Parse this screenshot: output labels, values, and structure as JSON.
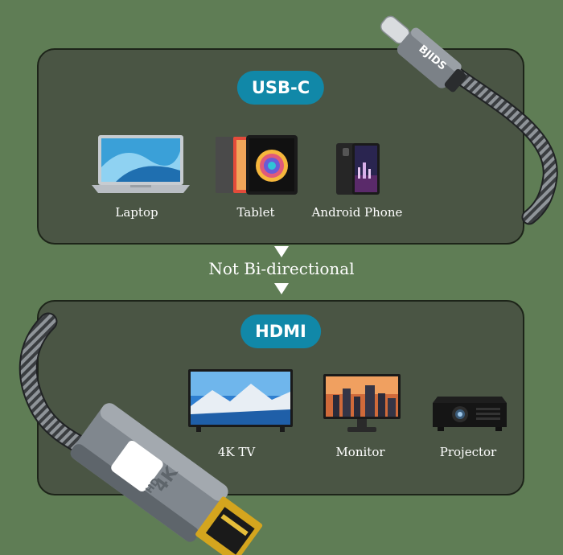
{
  "top_panel": {
    "title": "USB-C",
    "devices": [
      {
        "label": "Laptop",
        "icon": "laptop-icon"
      },
      {
        "label": "Tablet",
        "icon": "tablet-icon"
      },
      {
        "label": "Android Phone",
        "icon": "phone-icon"
      }
    ]
  },
  "direction_note": "Not Bi-directional",
  "bottom_panel": {
    "title": "HDMI",
    "devices": [
      {
        "label": "4K TV",
        "icon": "tv-icon"
      },
      {
        "label": "Monitor",
        "icon": "monitor-icon"
      },
      {
        "label": "Projector",
        "icon": "projector-icon"
      }
    ]
  },
  "usb_c_connector": {
    "brand": "BJIDS"
  },
  "hdmi_connector": {
    "badge_line1": "4K",
    "badge_line2": "UHD"
  },
  "colors": {
    "background": "#5f7d55",
    "panel": "#4a5544",
    "pill": "#1188a8",
    "text": "#ffffff"
  }
}
